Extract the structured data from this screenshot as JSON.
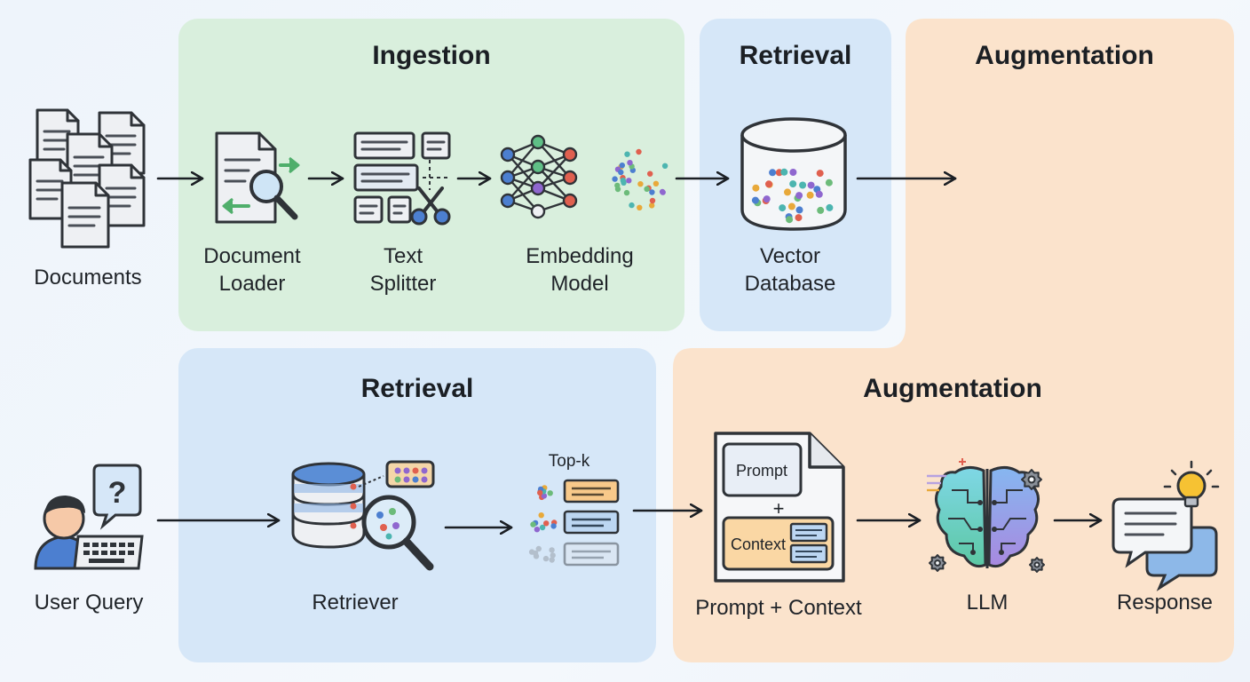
{
  "colors": {
    "ingestion_fill": "#d9efdd",
    "retrieval_fill": "#d6e7f8",
    "augmentation_fill": "#fbe3cc",
    "ink": "#2f3338",
    "dots": [
      "#4c7fd0",
      "#e0604f",
      "#6cbb7a",
      "#8f67cf",
      "#e8a93a",
      "#4cb5b0"
    ]
  },
  "panels": {
    "ingestion": {
      "title": "Ingestion"
    },
    "retrieval_top": {
      "title": "Retrieval"
    },
    "augmentation_top": {
      "title": "Augmentation"
    },
    "retrieval_bottom": {
      "title": "Retrieval"
    },
    "augmentation_bottom": {
      "title": "Augmentation"
    }
  },
  "nodes": {
    "documents": {
      "label": "Documents",
      "icon": "documents-icon"
    },
    "document_loader": {
      "label_line1": "Document",
      "label_line2": "Loader",
      "icon": "document-search-icon"
    },
    "text_splitter": {
      "label_line1": "Text",
      "label_line2": "Splitter",
      "icon": "scissors-icon"
    },
    "embedding_model": {
      "label_line1": "Embedding",
      "label_line2": "Model",
      "icon": "neural-network-icon"
    },
    "vector_database": {
      "label_line1": "Vector",
      "label_line2": "Database",
      "icon": "database-icon"
    },
    "user_query": {
      "label": "User Query",
      "icon": "user-question-icon"
    },
    "retriever": {
      "label": "Retriever",
      "icon": "database-search-icon"
    },
    "top_k": {
      "label": "Top-k",
      "icon": "ranked-list-icon"
    },
    "prompt_context": {
      "label": "Prompt + Context",
      "prompt_box": "Prompt",
      "plus": "+",
      "context_box": "Context",
      "icon": "prompt-document-icon"
    },
    "llm": {
      "label": "LLM",
      "icon": "brain-icon"
    },
    "response": {
      "label": "Response",
      "icon": "chat-lightbulb-icon"
    }
  }
}
